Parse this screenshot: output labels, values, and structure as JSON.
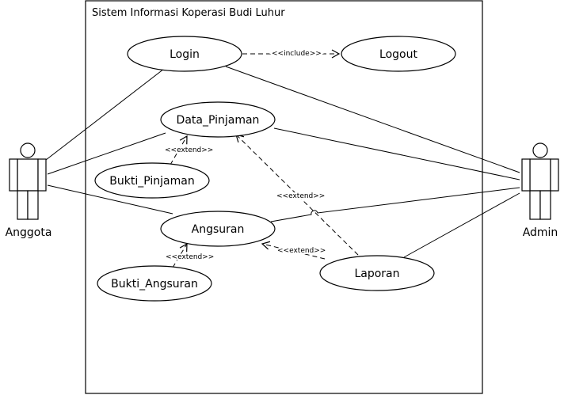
{
  "system": {
    "title": "Sistem Informasi Koperasi Budi Luhur"
  },
  "actors": {
    "anggota": {
      "label": "Anggota"
    },
    "admin": {
      "label": "Admin"
    }
  },
  "use_cases": {
    "login": "Login",
    "logout": "Logout",
    "data_pinjaman": "Data_Pinjaman",
    "bukti_pinjaman": "Bukti_Pinjaman",
    "angsuran": "Angsuran",
    "bukti_angsuran": "Bukti_Angsuran",
    "laporan": "Laporan"
  },
  "relations": {
    "include_login_logout": "<<include>>",
    "extend_bukti_pinjaman": "<<extend>>",
    "extend_bukti_angsuran": "<<extend>>",
    "extend_laporan_angsuran": "<<extend>>",
    "extend_laporan_data_pinjaman": "<<extend>>"
  }
}
